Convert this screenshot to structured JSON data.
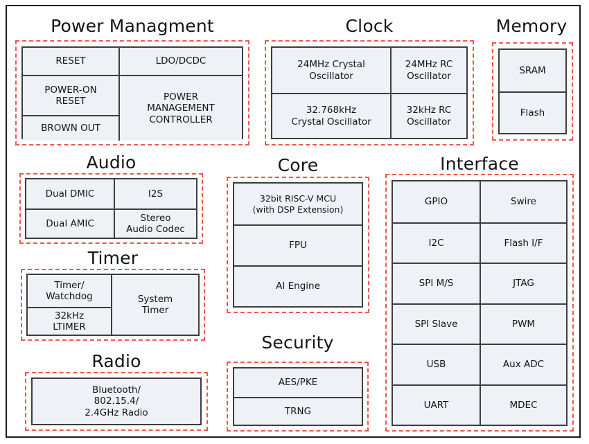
{
  "diagram": {
    "type": "soc-block-diagram",
    "colors": {
      "cell_fill": "#eef1f6",
      "cell_border": "#3d3d3d",
      "group_dashed": "#f4564a",
      "chip_frame": "#1a1a1a",
      "text": "#141414",
      "background": "#ffffff"
    },
    "sections": {
      "power_management": {
        "title": "Power Managment",
        "blocks": {
          "reset": "RESET",
          "ldo_dcdc": "LDO/DCDC",
          "power_on_reset": "POWER-ON\nRESET",
          "brown_out": "BROWN OUT",
          "pmc": "POWER\nMANAGEMENT\nCONTROLLER"
        }
      },
      "clock": {
        "title": "Clock",
        "blocks": {
          "xtal_24m": "24MHz Crystal\nOscillator",
          "rc_24m": "24MHz RC\nOscillator",
          "xtal_32k768": "32.768kHz\nCrystal Oscillator",
          "rc_32k": "32kHz RC\nOscillator"
        }
      },
      "memory": {
        "title": "Memory",
        "blocks": {
          "sram": "SRAM",
          "flash": "Flash"
        }
      },
      "audio": {
        "title": "Audio",
        "blocks": {
          "dual_dmic": "Dual DMIC",
          "i2s": "I2S",
          "dual_amic": "Dual AMIC",
          "stereo_codec": "Stereo\nAudio Codec"
        }
      },
      "timer": {
        "title": "Timer",
        "blocks": {
          "timer_watchdog": "Timer/\nWatchdog",
          "ltimer_32k": "32kHz\nLTIMER",
          "system_timer": "System\nTimer"
        }
      },
      "radio": {
        "title": "Radio",
        "blocks": {
          "radio": "Bluetooth/\n802.15.4/\n2.4GHz Radio"
        }
      },
      "core": {
        "title": "Core",
        "blocks": {
          "mcu": "32bit RISC-V MCU\n(with DSP Extension)",
          "fpu": "FPU",
          "ai_engine": "AI Engine"
        }
      },
      "security": {
        "title": "Security",
        "blocks": {
          "aes_pke": "AES/PKE",
          "trng": "TRNG"
        }
      },
      "interface": {
        "title": "Interface",
        "blocks": {
          "gpio": "GPIO",
          "swire": "Swire",
          "i2c": "I2C",
          "flash_if": "Flash I/F",
          "spi_ms": "SPI M/S",
          "jtag": "JTAG",
          "spi_slave": "SPI Slave",
          "pwm": "PWM",
          "usb": "USB",
          "aux_adc": "Aux ADC",
          "uart": "UART",
          "mdec": "MDEC"
        }
      }
    }
  }
}
